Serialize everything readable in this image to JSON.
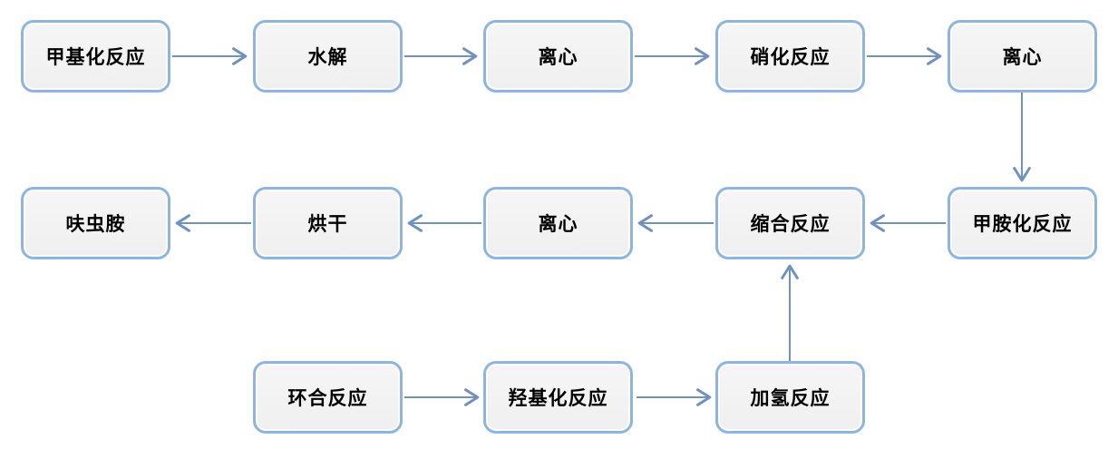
{
  "diagram": {
    "type": "flowchart",
    "colors": {
      "node_border": "#8db4e2",
      "node_fill": "#f1f1f2",
      "node_inner_stroke": "#ffffff",
      "arrow": "#6f92c5",
      "text": "#000000",
      "background": "#ffffff"
    },
    "nodes": [
      {
        "id": "methylation",
        "label": "甲基化反应",
        "row": 1,
        "col": 1
      },
      {
        "id": "hydrolysis",
        "label": "水解",
        "row": 1,
        "col": 2
      },
      {
        "id": "centrifuge-1",
        "label": "离心",
        "row": 1,
        "col": 3
      },
      {
        "id": "nitration",
        "label": "硝化反应",
        "row": 1,
        "col": 4
      },
      {
        "id": "centrifuge-2",
        "label": "离心",
        "row": 1,
        "col": 5
      },
      {
        "id": "methylamination",
        "label": "甲胺化反应",
        "row": 2,
        "col": 5
      },
      {
        "id": "condensation",
        "label": "缩合反应",
        "row": 2,
        "col": 4
      },
      {
        "id": "centrifuge-3",
        "label": "离心",
        "row": 2,
        "col": 3
      },
      {
        "id": "drying",
        "label": "烘干",
        "row": 2,
        "col": 2
      },
      {
        "id": "dinotefuran",
        "label": "呋虫胺",
        "row": 2,
        "col": 1
      },
      {
        "id": "cyclization",
        "label": "环合反应",
        "row": 3,
        "col": 2
      },
      {
        "id": "hydroxylation",
        "label": "羟基化反应",
        "row": 3,
        "col": 3
      },
      {
        "id": "hydrogenation",
        "label": "加氢反应",
        "row": 3,
        "col": 4
      }
    ],
    "edges": [
      {
        "from": "甲基化反应",
        "to": "水解",
        "direction": "right"
      },
      {
        "from": "水解",
        "to": "离心",
        "direction": "right"
      },
      {
        "from": "离心",
        "to": "硝化反应",
        "direction": "right"
      },
      {
        "from": "硝化反应",
        "to": "离心",
        "direction": "right"
      },
      {
        "from": "离心",
        "to": "甲胺化反应",
        "direction": "down"
      },
      {
        "from": "甲胺化反应",
        "to": "缩合反应",
        "direction": "left"
      },
      {
        "from": "缩合反应",
        "to": "离心",
        "direction": "left"
      },
      {
        "from": "离心",
        "to": "烘干",
        "direction": "left"
      },
      {
        "from": "烘干",
        "to": "呋虫胺",
        "direction": "left"
      },
      {
        "from": "环合反应",
        "to": "羟基化反应",
        "direction": "right"
      },
      {
        "from": "羟基化反应",
        "to": "加氢反应",
        "direction": "right"
      },
      {
        "from": "加氢反应",
        "to": "缩合反应",
        "direction": "up"
      }
    ]
  }
}
